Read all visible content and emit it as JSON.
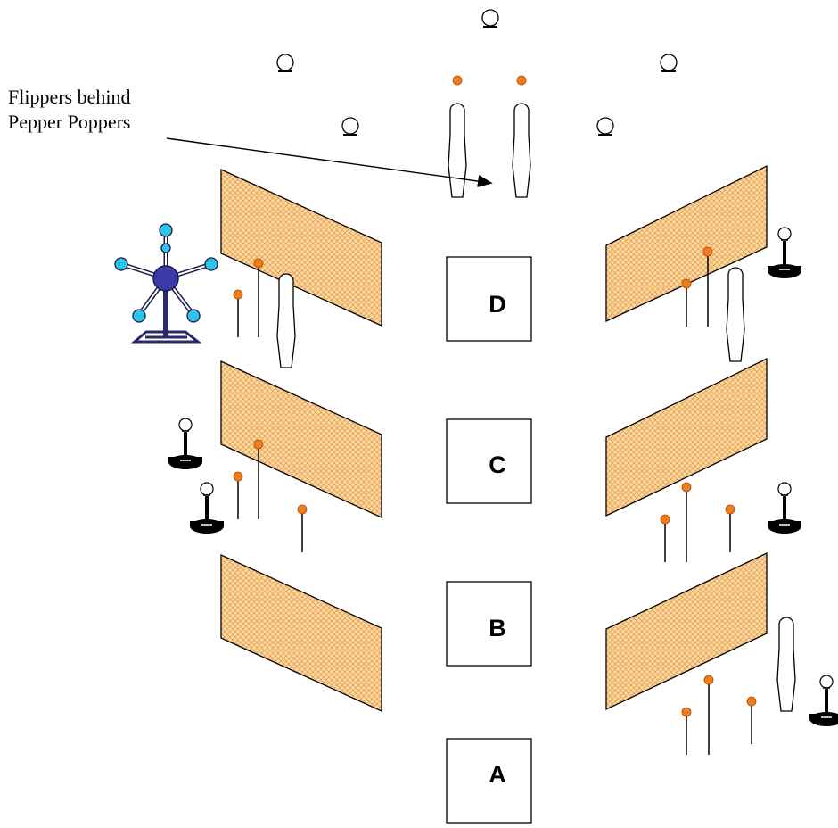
{
  "callout": {
    "line1": "Flippers behind",
    "line2": "Pepper Poppers"
  },
  "shooting_boxes": [
    {
      "label": "D"
    },
    {
      "label": "C"
    },
    {
      "label": "B"
    },
    {
      "label": "A"
    }
  ],
  "icons": {
    "wall": "hatched-barrier-icon",
    "popper": "pepper-popper-target-icon",
    "plate": "steel-plate-target-icon",
    "stand_target": "pedestal-plate-target-icon",
    "star": "plate-rack-star-icon",
    "flipper": "flipper-target-icon"
  },
  "colors": {
    "wall_fill": "#fbd9a8",
    "wall_hatch": "#e8a24a",
    "flipper_dot": "#f07d1c",
    "star_hub": "#3a3aa8",
    "star_tip": "#2ec4ea",
    "stand_base": "#000000"
  }
}
